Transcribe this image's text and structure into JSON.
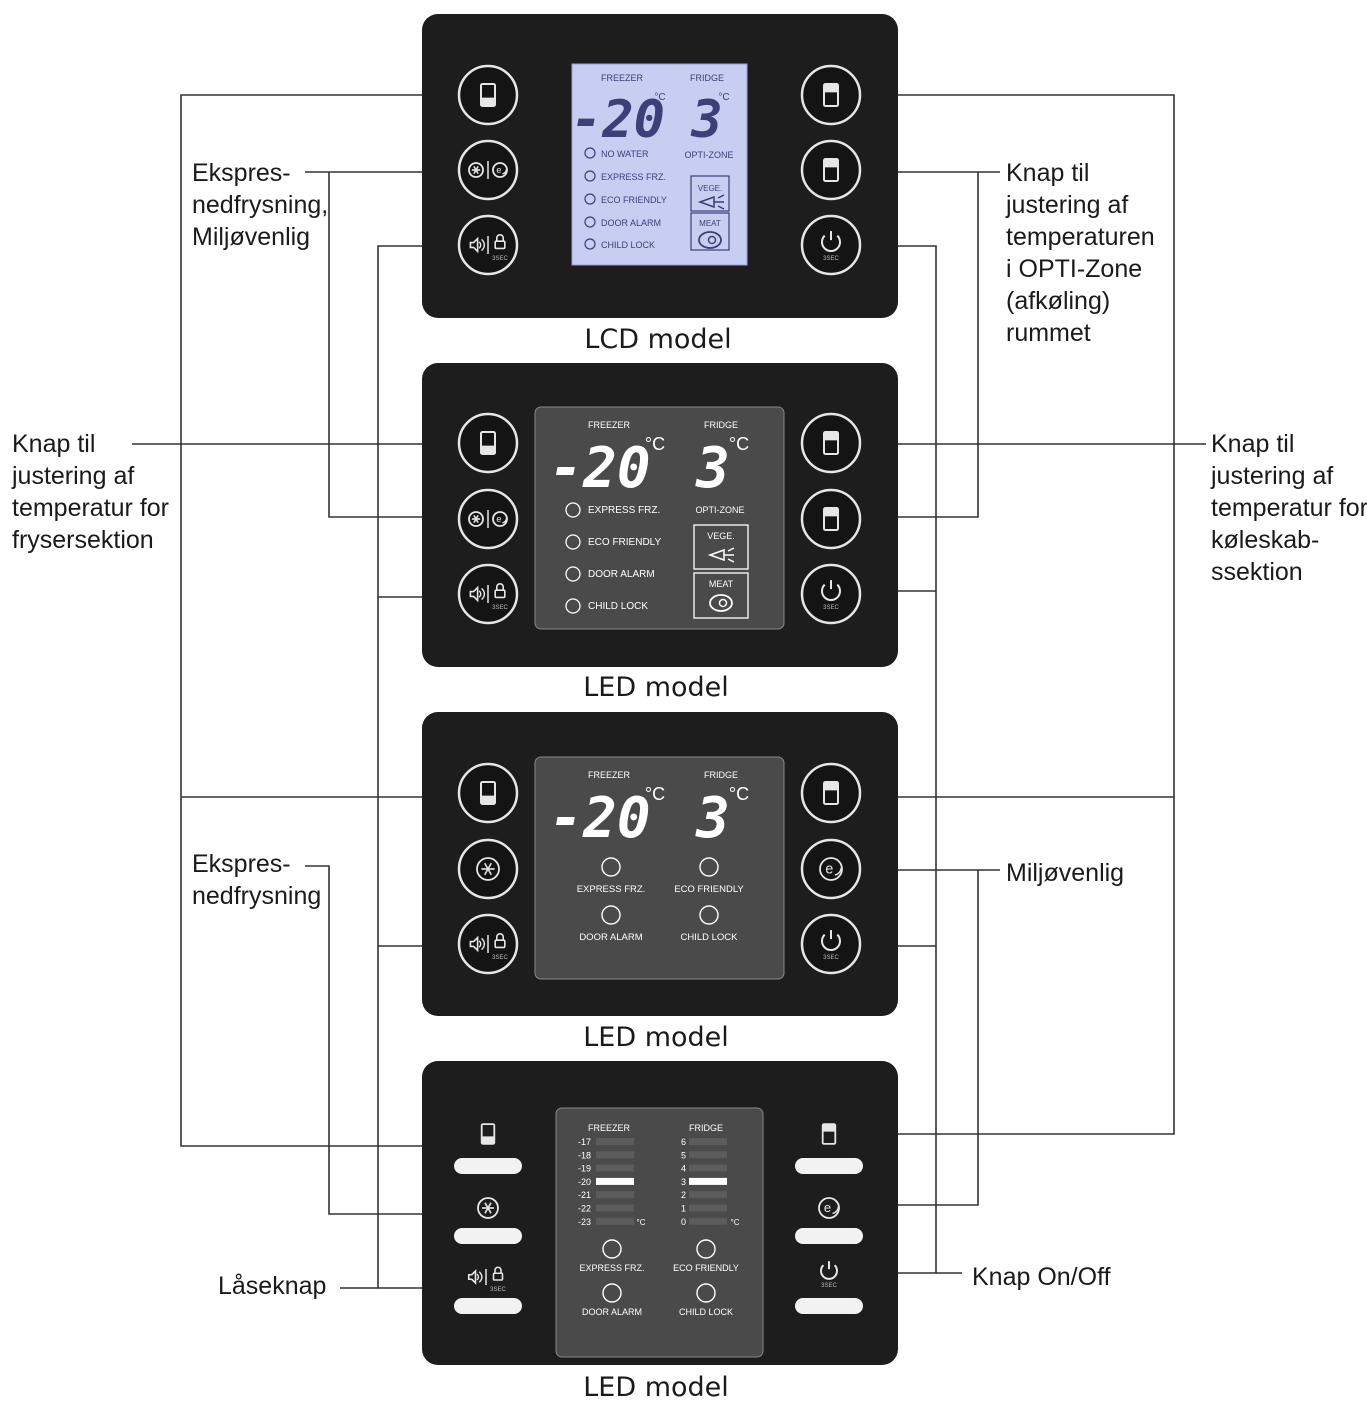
{
  "panels": [
    {
      "caption": "LCD model",
      "display": {
        "freezer_label": "FREEZER",
        "fridge_label": "FRIDGE",
        "freezer_temp": "-20",
        "fridge_temp": "3",
        "unit": "°C",
        "opti_zone": "OPTI-ZONE",
        "vege": "VEGE.",
        "meat": "MEAT",
        "indicators": [
          "NO WATER",
          "EXPRESS FRZ.",
          "ECO FRIENDLY",
          "DOOR ALARM",
          "CHILD LOCK"
        ]
      }
    },
    {
      "caption": "LED model",
      "display": {
        "freezer_label": "FREEZER",
        "fridge_label": "FRIDGE",
        "freezer_temp": "-20",
        "fridge_temp": "3",
        "unit": "°C",
        "opti_zone": "OPTI-ZONE",
        "vege": "VEGE.",
        "meat": "MEAT",
        "indicators": [
          "EXPRESS FRZ.",
          "ECO FRIENDLY",
          "DOOR ALARM",
          "CHILD LOCK"
        ]
      }
    },
    {
      "caption": "LED model",
      "display": {
        "freezer_label": "FREEZER",
        "fridge_label": "FRIDGE",
        "freezer_temp": "-20",
        "fridge_temp": "3",
        "unit": "°C",
        "indicators": [
          "EXPRESS FRZ.",
          "ECO FRIENDLY",
          "DOOR ALARM",
          "CHILD LOCK"
        ]
      }
    },
    {
      "caption": "LED model",
      "display": {
        "freezer_label": "FREEZER",
        "fridge_label": "FRIDGE",
        "freezer_scale": [
          "-17",
          "-18",
          "-19",
          "-20",
          "-21",
          "-22",
          "-23"
        ],
        "fridge_scale": [
          "6",
          "5",
          "4",
          "3",
          "2",
          "1",
          "0"
        ],
        "freezer_selected": "-20",
        "fridge_selected": "3",
        "unit": "°C",
        "indicators": [
          "EXPRESS FRZ.",
          "ECO FRIENDLY",
          "DOOR ALARM",
          "CHILD LOCK"
        ]
      }
    }
  ],
  "callouts": {
    "express_eco": [
      "Ekspres-",
      "nedfrysning,",
      "Miljøvenlig"
    ],
    "opti_zone_button": [
      "Knap til",
      "justering af",
      "temperaturen",
      "i OPTI-Zone",
      "(afkøling)",
      "rummet"
    ],
    "freezer_button": [
      "Knap til",
      "justering af",
      "temperatur for",
      "frysersektion"
    ],
    "fridge_button": [
      "Knap til",
      "justering af",
      "temperatur for",
      "køleskab-",
      "ssektion"
    ],
    "express": [
      "Ekspres-",
      "nedfrysning"
    ],
    "eco": [
      "Miljøvenlig"
    ],
    "lock": [
      "Låseknap"
    ],
    "onoff": [
      "Knap On/Off"
    ]
  },
  "button_sublabels": {
    "lock": "3SEC",
    "power": "3SEC"
  },
  "colors": {
    "panel": "#1d1d1d",
    "lcd": "#c8cdf2",
    "lcd_text": "#3c3f78",
    "led_window": "#4a4a4a",
    "led_text": "#ffffff",
    "line": "#333333"
  }
}
